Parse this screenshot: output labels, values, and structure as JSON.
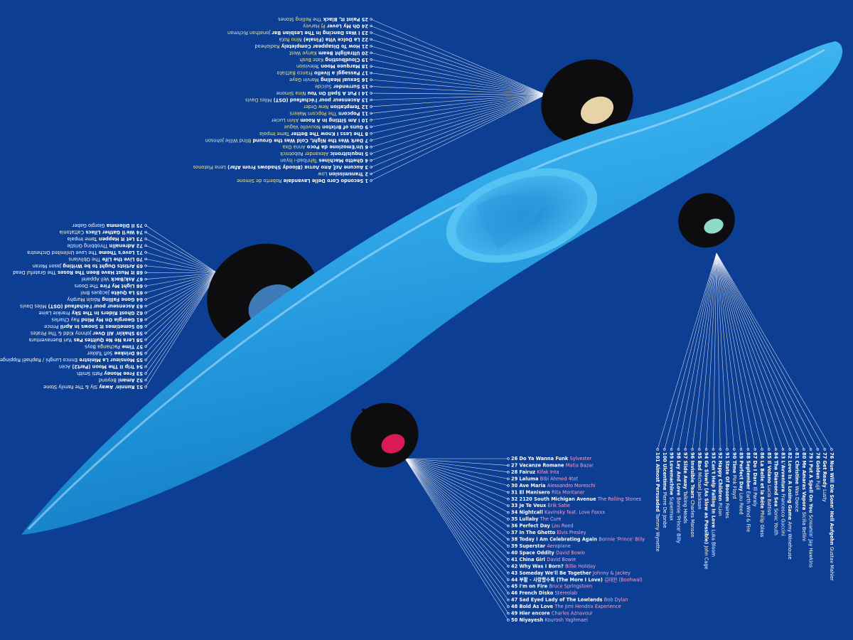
{
  "colors": {
    "background": "#0c3f93",
    "kayak": "#2aa3e4",
    "kayak_highlight": "#8fd6ff",
    "wheel": "#0d0d0f",
    "label_text": "#ffffff",
    "artist_yellow": "#e9e6a0",
    "artist_pink": "#f3a6d6"
  },
  "groups": [
    {
      "id": "group-top",
      "range": "1-25",
      "tracks": [
        {
          "num": "1",
          "title": "Secondo Coro Delle Lavandaie",
          "artist": "Roberto de Simone"
        },
        {
          "num": "2",
          "title": "Transmission",
          "artist": "Low"
        },
        {
          "num": "3",
          "title": "Aucune Λεξ Απο Λοτια (Bloody Shadows From Afar)",
          "artist": "Lena Platonos"
        },
        {
          "num": "4",
          "title": "Ghetto Machines",
          "artist": "Tahribad-ı İsyan"
        },
        {
          "num": "5",
          "title": "Inquisitronic",
          "artist": "Alexander Robotnick"
        },
        {
          "num": "6",
          "title": "Un'Emozione da Poco",
          "artist": "Anna Oxa"
        },
        {
          "num": "7",
          "title": "Dark Was the Night, Cold Was the Ground",
          "artist": "Blind Willie Johnson"
        },
        {
          "num": "8",
          "title": "The Less I Know The Better",
          "artist": "Tame Impala"
        },
        {
          "num": "9",
          "title": "Guns of Brixton",
          "artist": "Nouvelle Vague"
        },
        {
          "num": "10",
          "title": "I Am Sitting In A Room",
          "artist": "Alvin Lucier"
        },
        {
          "num": "11",
          "title": "Popcorn",
          "artist": "The Popcorn Makers"
        },
        {
          "num": "12",
          "title": "Temptation",
          "artist": "New Order"
        },
        {
          "num": "13",
          "title": "Ascenseur pour l'échafaud (OST)",
          "artist": "Miles Davis"
        },
        {
          "num": "14",
          "title": "I Put A Spell On You",
          "artist": "Nina Simone"
        },
        {
          "num": "15",
          "title": "Surrender",
          "artist": "Suicide"
        },
        {
          "num": "16",
          "title": "Sexual Healing",
          "artist": "Marvin Gaye"
        },
        {
          "num": "17",
          "title": "Passaggi a livello",
          "artist": "Franco Battiato"
        },
        {
          "num": "18",
          "title": "Marquee Moon",
          "artist": "Television"
        },
        {
          "num": "19",
          "title": "Cloudbusting",
          "artist": "Kate Bush"
        },
        {
          "num": "20",
          "title": "Ultralight Beam",
          "artist": "Kanye West"
        },
        {
          "num": "21",
          "title": "How To Disappear Completely",
          "artist": "Radiohead"
        },
        {
          "num": "22",
          "title": "La Dolce Vita (Finale)",
          "artist": "Nino Rota"
        },
        {
          "num": "23",
          "title": "I Was Dancing In The Lesbian Bar",
          "artist": "Jonathan Richman"
        },
        {
          "num": "24",
          "title": "Oh My Lover",
          "artist": "PJ Harvey"
        },
        {
          "num": "25",
          "title": "Paint It, Black",
          "artist": "The Rolling Stones"
        }
      ]
    },
    {
      "id": "group-bottom",
      "range": "26-50",
      "tracks": [
        {
          "num": "26",
          "title": "Do Ya Wanna Funk",
          "artist": "Sylvester"
        },
        {
          "num": "27",
          "title": "Vacanze Romane",
          "artist": "Matia Bazar"
        },
        {
          "num": "28",
          "title": "Fairuz",
          "artist": "Kifak Inta"
        },
        {
          "num": "29",
          "title": "Laluma",
          "artist": "Bibi Ahmed 4tet"
        },
        {
          "num": "30",
          "title": "Ave Maria",
          "artist": "Alessandro Moreschi"
        },
        {
          "num": "31",
          "title": "El Manisero",
          "artist": "Rita Montaner"
        },
        {
          "num": "32",
          "title": "2120 South Michigan Avenue",
          "artist": "The Rolling Stones"
        },
        {
          "num": "33",
          "title": "Je Te Veux",
          "artist": "Erik Satie"
        },
        {
          "num": "34",
          "title": "Nightcall",
          "artist": "Kavinsky feat. Love Foxxx"
        },
        {
          "num": "35",
          "title": "Lullaby",
          "artist": "The Cure"
        },
        {
          "num": "36",
          "title": "Perfect Day",
          "artist": "Lou Reed"
        },
        {
          "num": "37",
          "title": "In The Ghetto",
          "artist": "Elvis Presley"
        },
        {
          "num": "38",
          "title": "Today I Am Celebrating Again",
          "artist": "Bonnie 'Prince' Billy"
        },
        {
          "num": "39",
          "title": "Superstar",
          "artist": "Aeroplane"
        },
        {
          "num": "40",
          "title": "Space Oddity",
          "artist": "David Bowie"
        },
        {
          "num": "41",
          "title": "China Girl",
          "artist": "David Bowie"
        },
        {
          "num": "42",
          "title": "Why Was I Born?",
          "artist": "Billie Holiday"
        },
        {
          "num": "43",
          "title": "Someday We'll Be Together",
          "artist": "Johnny & Jackey"
        },
        {
          "num": "44",
          "title": "부활 - 사랑할수록 (The More I Love)",
          "artist": "김태원 (Boohwal)"
        },
        {
          "num": "45",
          "title": "I'm on Fire",
          "artist": "Bruce Springsteen"
        },
        {
          "num": "46",
          "title": "French Disko",
          "artist": "Stereolab"
        },
        {
          "num": "47",
          "title": "Sad Eyed Lady of The Lowlands",
          "artist": "Bob Dylan"
        },
        {
          "num": "48",
          "title": "Bold As Love",
          "artist": "The Jimi Hendrix Experience"
        },
        {
          "num": "49",
          "title": "Hier encore",
          "artist": "Charles Aznavour"
        },
        {
          "num": "50",
          "title": "Niyayesh",
          "artist": "Kourosh Yaghmaei"
        }
      ]
    },
    {
      "id": "group-left",
      "range": "51-75",
      "tracks": [
        {
          "num": "51",
          "title": "Runnin' Away",
          "artist": "Sly & The Family Stone"
        },
        {
          "num": "52",
          "title": "Amani",
          "artist": "Beyond"
        },
        {
          "num": "53",
          "title": "Free Money",
          "artist": "Patti Smith"
        },
        {
          "num": "54",
          "title": "Trip II The Moon (Part2)",
          "artist": "Acen"
        },
        {
          "num": "55",
          "title": "Monsieur La Ministre",
          "artist": "Enrico Lunghi / Raphaël Rippinger"
        },
        {
          "num": "56",
          "title": "Drinkee",
          "artist": "Sofi Tukker"
        },
        {
          "num": "57",
          "title": "Time",
          "artist": "Pachanga Boys"
        },
        {
          "num": "58",
          "title": "Lera Ne Ne Quittes Pas",
          "artist": "Yuri Buenaventura"
        },
        {
          "num": "59",
          "title": "Shakin' All Over",
          "artist": "Johnny Kidd & The Pirates"
        },
        {
          "num": "60",
          "title": "Sometimes It Snows In April",
          "artist": "Prince"
        },
        {
          "num": "61",
          "title": "Georgia On My Mind",
          "artist": "Ray Charles"
        },
        {
          "num": "62",
          "title": "Ghost Riders In The Sky",
          "artist": "Frankie Laine"
        },
        {
          "num": "63",
          "title": "Ascenseur pour l'échafaud (OST)",
          "artist": "Miles Davis"
        },
        {
          "num": "64",
          "title": "Gone Falling",
          "artist": "Róisín Murphy"
        },
        {
          "num": "65",
          "title": "La Quête",
          "artist": "Jacques Brel"
        },
        {
          "num": "66",
          "title": "Light My Fire",
          "artist": "The Doors"
        },
        {
          "num": "67",
          "title": "Ask/Back",
          "artist": "Veil Apparel"
        },
        {
          "num": "68",
          "title": "It Must Have Been The Roses",
          "artist": "The Grateful Dead"
        },
        {
          "num": "69",
          "title": "Artists Ought to be Writing",
          "artist": "Jason Moran"
        },
        {
          "num": "70",
          "title": "Live the Life",
          "artist": "The Oblivians"
        },
        {
          "num": "71",
          "title": "Love's Theme",
          "artist": "The Love Unlimited Orchestra"
        },
        {
          "num": "72",
          "title": "Adrenalin",
          "artist": "Throbbing Gristle"
        },
        {
          "num": "73",
          "title": "Let It Happen",
          "artist": "Tame Impala"
        },
        {
          "num": "74",
          "title": "We'll Gather Lilacs",
          "artist": "Cattatonia"
        },
        {
          "num": "75",
          "title": "Il Dilemma",
          "artist": "Giorgio Gaber"
        }
      ]
    },
    {
      "id": "group-right",
      "range": "76-101",
      "tracks": [
        {
          "num": "76",
          "title": "Nun Will Die Sonn' Hell Aufgehn",
          "artist": "Gustav Mahler"
        },
        {
          "num": "77",
          "title": "Get Ready",
          "artist": "Lusty"
        },
        {
          "num": "78",
          "title": "Golden",
          "artist": "Fujii"
        },
        {
          "num": "79",
          "title": "I Put A Spell On You",
          "artist": "Screamin' Jay Hawkins"
        },
        {
          "num": "80",
          "title": "Me Amaras Vapora",
          "artist": "Sicilia Bellini"
        },
        {
          "num": "81",
          "title": "Christine",
          "artist": "Was Dance"
        },
        {
          "num": "82",
          "title": "Love Is A Losing Game",
          "artist": "Amy Winehouse"
        },
        {
          "num": "83",
          "title": "L'Avventura",
          "artist": "Francesco Guccini"
        },
        {
          "num": "84",
          "title": "The Diamond Sea",
          "artist": "Sonic Youth"
        },
        {
          "num": "85",
          "title": "Il Volano",
          "artist": "Lucio Battisti"
        },
        {
          "num": "86",
          "title": "La Belle et la Bête",
          "artist": "Philip Glass"
        },
        {
          "num": "87",
          "title": "Do I Dare",
          "artist": "Ill Paraly"
        },
        {
          "num": "88",
          "title": "September",
          "artist": "Earth Wind & Fire"
        },
        {
          "num": "89",
          "title": "Perfect Day",
          "artist": "Lou Reed"
        },
        {
          "num": "90",
          "title": "Time",
          "artist": "Pink Floyd"
        },
        {
          "num": "91",
          "title": "State Of Bosom",
          "artist": "Fairies"
        },
        {
          "num": "92",
          "title": "Happy Children",
          "artist": "P.Lion"
        },
        {
          "num": "93",
          "title": "Can't Help Falling In Love",
          "artist": "Luka Bloom"
        },
        {
          "num": "94",
          "title": "Go Slowly (As Slow as Possible)",
          "artist": "John Cage"
        },
        {
          "num": "95",
          "title": "Bad",
          "artist": "Michael Jackson"
        },
        {
          "num": "96",
          "title": "Invisible Tears",
          "artist": "Charles Manson"
        },
        {
          "num": "97",
          "title": "Slide Away",
          "artist": "Talking Heads"
        },
        {
          "num": "98",
          "title": "Lay And Love",
          "artist": "Bonnie 'Prince' Billy"
        },
        {
          "num": "99",
          "title": "Lovemachine",
          "artist": "Supermax"
        },
        {
          "num": "100",
          "title": "Ulcentime",
          "artist": "Pierre De Jonbe"
        },
        {
          "num": "101",
          "title": "Almost Persuaded",
          "artist": "Tammy Wynette"
        }
      ]
    }
  ]
}
